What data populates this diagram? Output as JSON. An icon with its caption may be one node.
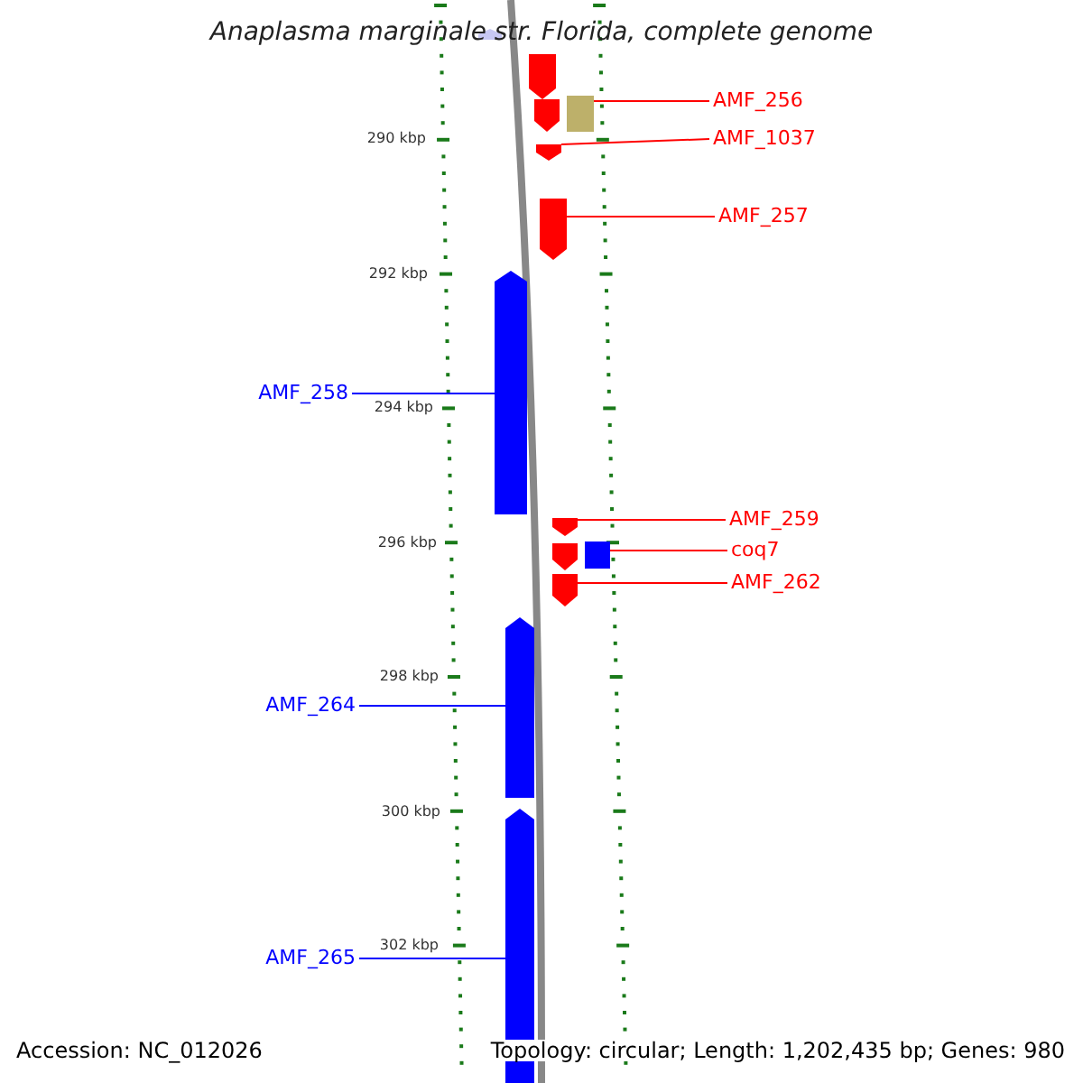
{
  "diagram": {
    "title": "Anaplasma marginale str. Florida, complete genome",
    "nodes": [
      {
        "text": [
          "AMF_256"
        ]
      },
      {
        "text": [
          "AMF_1037"
        ]
      },
      {
        "text": [
          "AMF_257"
        ]
      },
      {
        "text": [
          "AMF_258"
        ]
      },
      {
        "text": [
          "AMF_259"
        ]
      },
      {
        "text": [
          "coq7"
        ]
      },
      {
        "text": [
          "AMF_262"
        ]
      },
      {
        "text": [
          "AMF_264"
        ]
      },
      {
        "text": [
          "AMF_265"
        ]
      },
      {
        "text": [],
        "shape": "bar"
      },
      {
        "text": [],
        "shape": "bar"
      },
      {
        "text": [],
        "shape": "bar"
      },
      {
        "text": [],
        "shape": "bar"
      },
      {
        "text": [],
        "shape": "bar"
      },
      {
        "text": [],
        "shape": "bar"
      },
      {
        "text": [],
        "shape": "bar"
      },
      {
        "text": [],
        "shape": "bar"
      },
      {
        "text": [],
        "shape": "bar"
      },
      {
        "text": [],
        "shape": "bar"
      },
      {
        "text": [],
        "shape": "bar"
      },
      {
        "text": [],
        "shape": "bar"
      },
      {
        "text": [],
        "shape": "bar"
      }
    ],
    "edges": [
      {
        "from": 0,
        "to": 12,
        "arrow": "none"
      },
      {
        "from": 1,
        "to": 13,
        "arrow": "none"
      },
      {
        "from": 2,
        "to": 14,
        "arrow": "none"
      },
      {
        "from": 3,
        "to": 15,
        "arrow": "none",
        "color": "#0000ff"
      },
      {
        "from": 4,
        "to": 16,
        "arrow": "none"
      },
      {
        "from": 5,
        "to": 18,
        "arrow": "none"
      },
      {
        "from": 6,
        "to": 19,
        "arrow": "none"
      },
      {
        "from": 7,
        "to": 20,
        "arrow": "none",
        "color": "#0000ff"
      },
      {
        "from": 8,
        "to": 21,
        "arrow": "none",
        "color": "#0000ff"
      }
    ],
    "labels": [
      "290 kbp",
      "292 kbp",
      "294 kbp",
      "296 kbp",
      "298 kbp",
      "300 kbp",
      "302 kbp",
      "Accession: NC_012026",
      "Topology: circular; Length: 1,202,435 bp; Genes: 980"
    ]
  }
}
